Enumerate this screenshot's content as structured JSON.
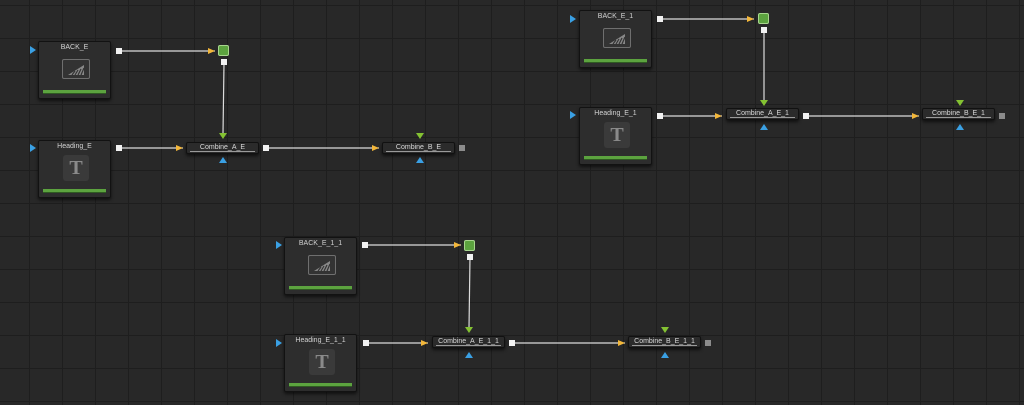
{
  "colors": {
    "wire": "#e0e0e0",
    "arrow": "#f3b73a",
    "merge_green": "#5ca33f",
    "input_blue": "#3aa0e4",
    "mask_green": "#84c232"
  },
  "groups": [
    {
      "background_node": {
        "label": "BACK_E",
        "icon": "image-icon"
      },
      "text_node": {
        "label": "Heading_E",
        "icon": "text-tool-icon"
      },
      "combine_a": {
        "label": "Combine_A_E"
      },
      "combine_b": {
        "label": "Combine_B_E"
      }
    },
    {
      "background_node": {
        "label": "BACK_E_1",
        "icon": "image-icon"
      },
      "text_node": {
        "label": "Heading_E_1",
        "icon": "text-tool-icon"
      },
      "combine_a": {
        "label": "Combine_A_E_1"
      },
      "combine_b": {
        "label": "Combine_B_E_1"
      }
    },
    {
      "background_node": {
        "label": "BACK_E_1_1",
        "icon": "image-icon"
      },
      "text_node": {
        "label": "Heading_E_1_1",
        "icon": "text-tool-icon"
      },
      "combine_a": {
        "label": "Combine_A_E_1_1"
      },
      "combine_b": {
        "label": "Combine_B_E_1_1"
      }
    }
  ]
}
